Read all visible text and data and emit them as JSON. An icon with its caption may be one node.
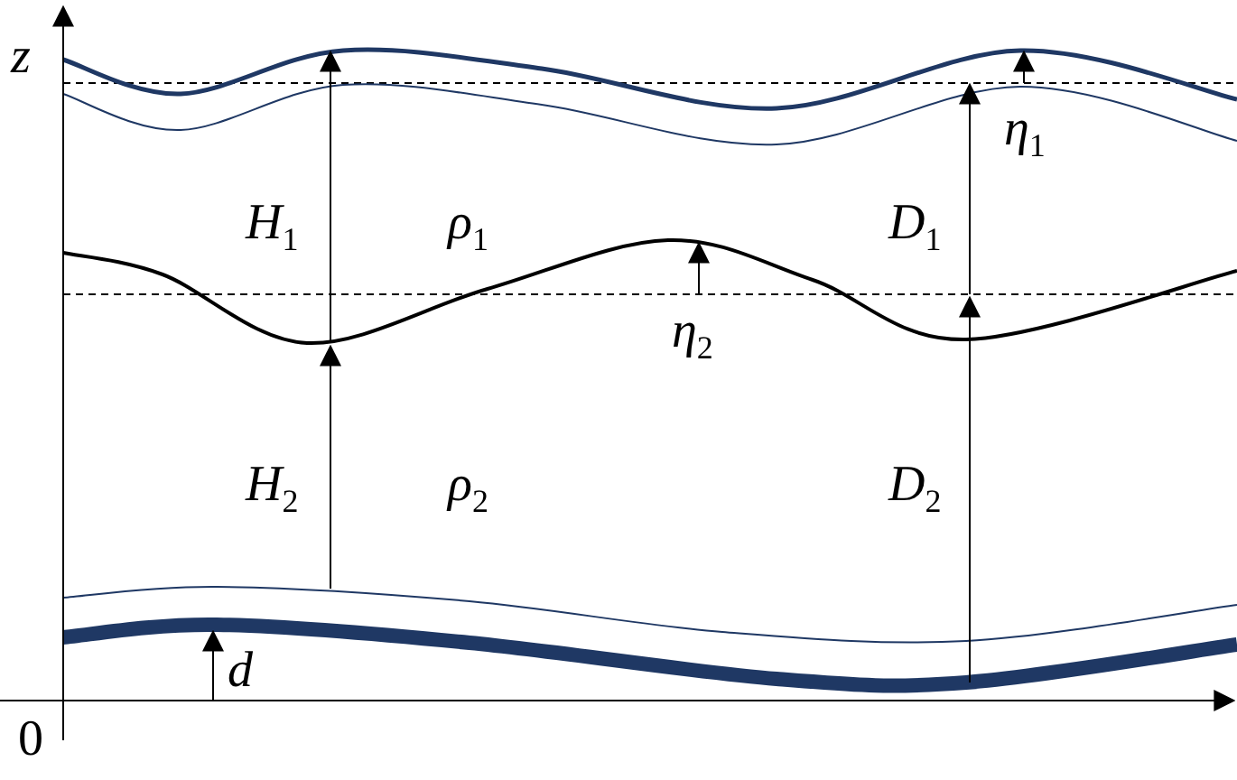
{
  "diagram": {
    "labels": [
      "*z*",
      "*η*$_{1}$",
      "*H*$_{1}$",
      "*ρ*$_{1}$",
      "*D*$_{1}$",
      "*η*$_{2}$",
      "*H*$_{2}$",
      "*ρ*$_{2}$",
      "*D*$_{2}$",
      "*d*",
      "0"
    ]
  }
}
